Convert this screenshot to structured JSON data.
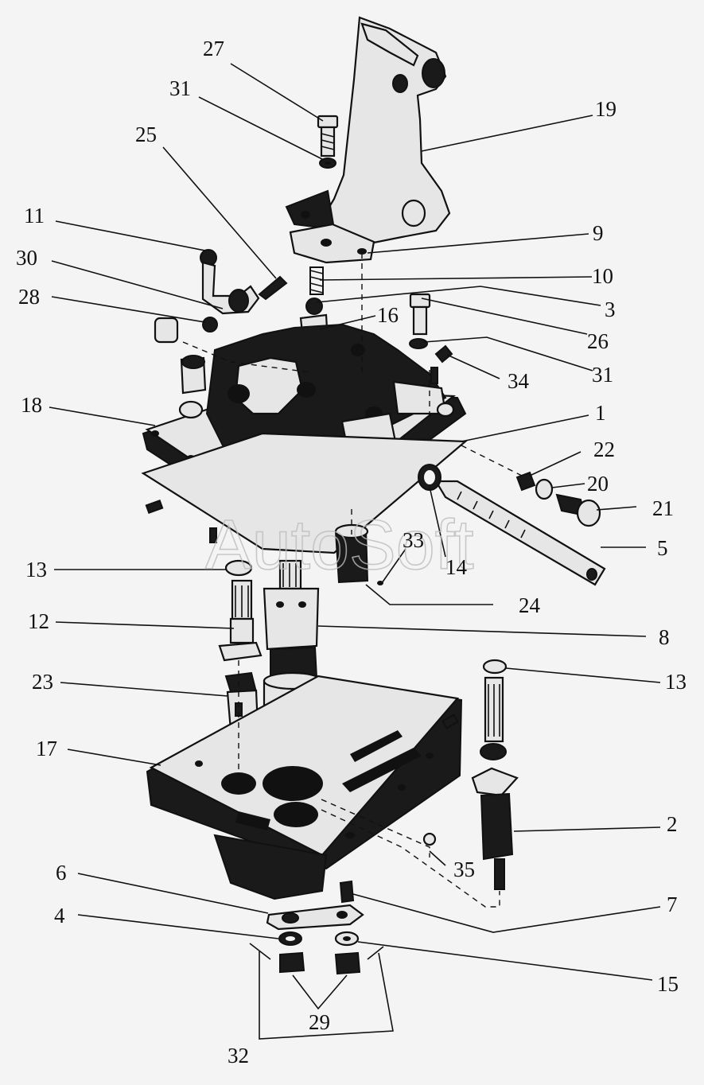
{
  "watermark": "AutoSoft",
  "callouts": [
    {
      "id": "c27",
      "text": "27"
    },
    {
      "id": "c31a",
      "text": "31"
    },
    {
      "id": "c25",
      "text": "25"
    },
    {
      "id": "c19",
      "text": "19"
    },
    {
      "id": "c11",
      "text": "11"
    },
    {
      "id": "c30",
      "text": "30"
    },
    {
      "id": "c28",
      "text": "28"
    },
    {
      "id": "c9",
      "text": "9"
    },
    {
      "id": "c10",
      "text": "10"
    },
    {
      "id": "c3",
      "text": "3"
    },
    {
      "id": "c16",
      "text": "16"
    },
    {
      "id": "c26",
      "text": "26"
    },
    {
      "id": "c31b",
      "text": "31"
    },
    {
      "id": "c34",
      "text": "34"
    },
    {
      "id": "c18",
      "text": "18"
    },
    {
      "id": "c1",
      "text": "1"
    },
    {
      "id": "c22",
      "text": "22"
    },
    {
      "id": "c20",
      "text": "20"
    },
    {
      "id": "c21",
      "text": "21"
    },
    {
      "id": "c5",
      "text": "5"
    },
    {
      "id": "c33",
      "text": "33"
    },
    {
      "id": "c14",
      "text": "14"
    },
    {
      "id": "c13a",
      "text": "13"
    },
    {
      "id": "c24",
      "text": "24"
    },
    {
      "id": "c12",
      "text": "12"
    },
    {
      "id": "c8",
      "text": "8"
    },
    {
      "id": "c13b",
      "text": "13"
    },
    {
      "id": "c23",
      "text": "23"
    },
    {
      "id": "c17",
      "text": "17"
    },
    {
      "id": "c2",
      "text": "2"
    },
    {
      "id": "c35",
      "text": "35"
    },
    {
      "id": "c6",
      "text": "6"
    },
    {
      "id": "c7",
      "text": "7"
    },
    {
      "id": "c4",
      "text": "4"
    },
    {
      "id": "c15",
      "text": "15"
    },
    {
      "id": "c29",
      "text": "29"
    },
    {
      "id": "c32",
      "text": "32"
    }
  ]
}
